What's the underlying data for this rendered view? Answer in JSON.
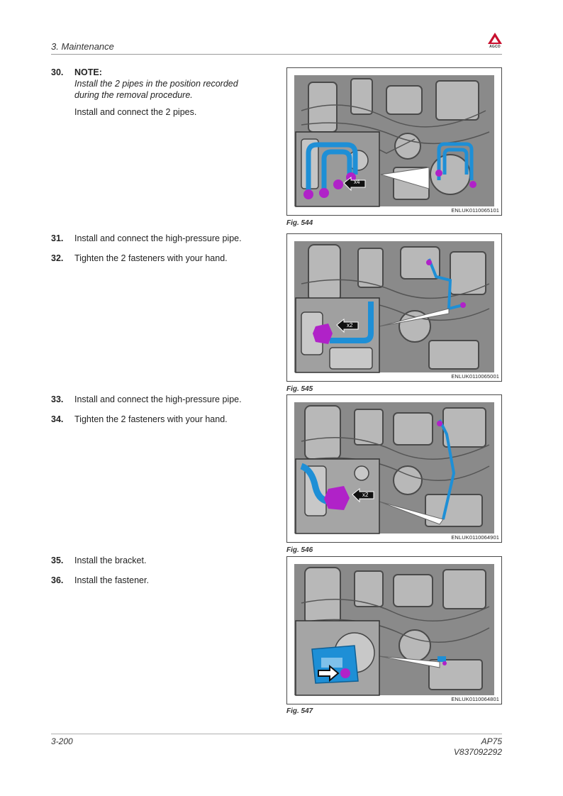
{
  "header": {
    "section_title": "3. Maintenance",
    "logo_text": "AGCO"
  },
  "steps": [
    {
      "num": "30.",
      "note_label": "NOTE:",
      "note_text": "Install the 2 pipes in the position recorded during the removal procedure.",
      "text": "Install and connect the 2 pipes."
    },
    {
      "num": "31.",
      "text": "Install and connect the high-pressure pipe."
    },
    {
      "num": "32.",
      "text": "Tighten the 2 fasteners with your hand."
    },
    {
      "num": "33.",
      "text": "Install and connect the high-pressure pipe."
    },
    {
      "num": "34.",
      "text": "Tighten the 2 fasteners with your hand."
    },
    {
      "num": "35.",
      "text": "Install the bracket."
    },
    {
      "num": "36.",
      "text": "Install the fastener."
    }
  ],
  "figures": [
    {
      "caption": "Fig. 544",
      "code": "ENLUK0110065101",
      "callout": "x4"
    },
    {
      "caption": "Fig. 545",
      "code": "ENLUK0110065001",
      "callout": "x2"
    },
    {
      "caption": "Fig. 546",
      "code": "ENLUK0110064901",
      "callout": "x2"
    },
    {
      "caption": "Fig. 547",
      "code": "ENLUK0110064801",
      "callout": ""
    }
  ],
  "colors": {
    "pipe": "#1e8fd6",
    "fastener": "#b022c8",
    "engine_dark": "#6b6b6b",
    "engine_light": "#c9c9c9",
    "logo_red": "#c8102e"
  },
  "footer": {
    "page_number": "3-200",
    "model": "AP75",
    "doc_code": "V837092292"
  }
}
